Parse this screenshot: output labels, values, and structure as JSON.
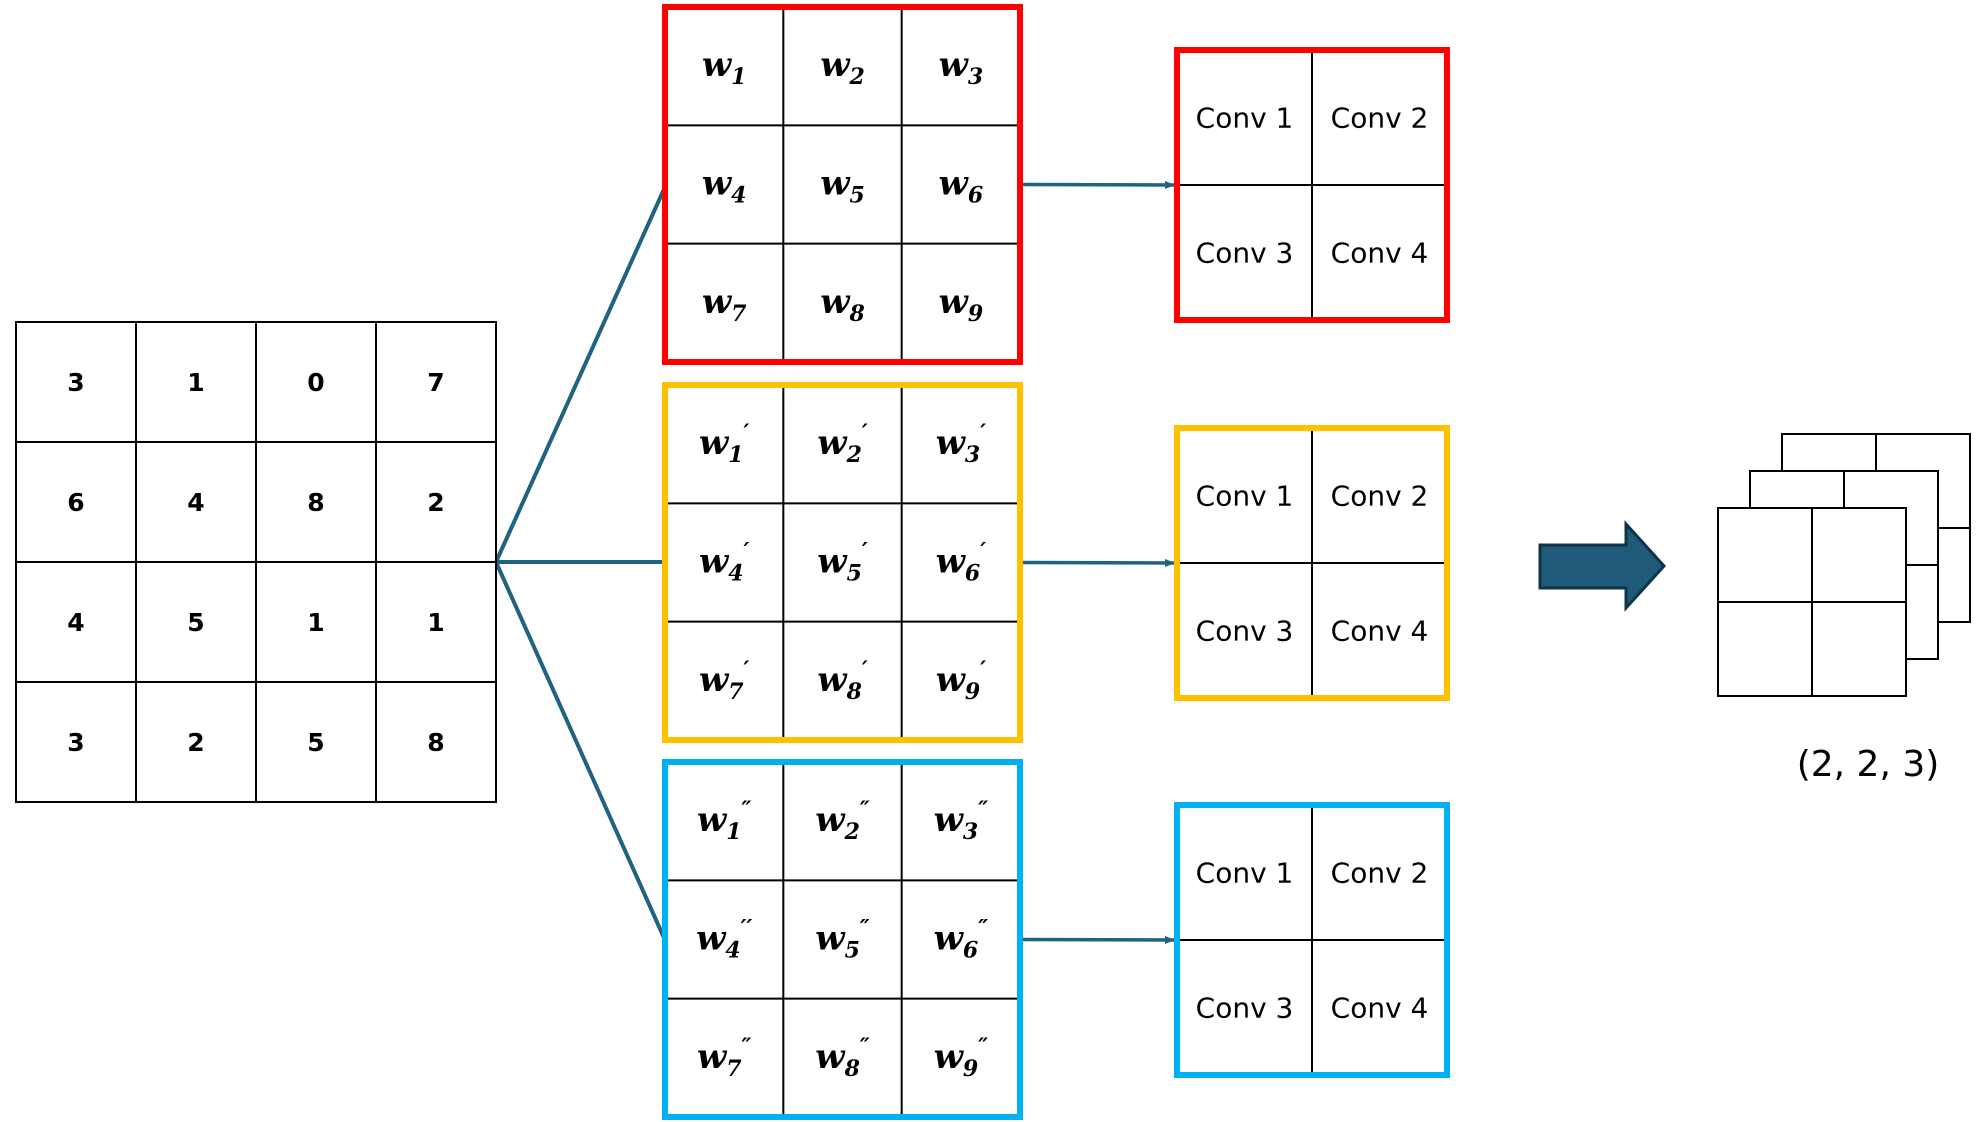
{
  "input_matrix": {
    "rows": [
      [
        "3",
        "1",
        "0",
        "7"
      ],
      [
        "6",
        "4",
        "8",
        "2"
      ],
      [
        "4",
        "5",
        "1",
        "1"
      ],
      [
        "3",
        "2",
        "5",
        "8"
      ]
    ]
  },
  "filters": [
    {
      "name": "filter-1",
      "border_color": "#ff0000",
      "cells": [
        {
          "base": "w",
          "sub": "1",
          "mark": ""
        },
        {
          "base": "w",
          "sub": "2",
          "mark": ""
        },
        {
          "base": "w",
          "sub": "3",
          "mark": ""
        },
        {
          "base": "w",
          "sub": "4",
          "mark": ""
        },
        {
          "base": "w",
          "sub": "5",
          "mark": ""
        },
        {
          "base": "w",
          "sub": "6",
          "mark": ""
        },
        {
          "base": "w",
          "sub": "7",
          "mark": ""
        },
        {
          "base": "w",
          "sub": "8",
          "mark": ""
        },
        {
          "base": "w",
          "sub": "9",
          "mark": ""
        }
      ]
    },
    {
      "name": "filter-2",
      "border_color": "#ffc000",
      "cells": [
        {
          "base": "w",
          "sub": "1",
          "mark": "′"
        },
        {
          "base": "w",
          "sub": "2",
          "mark": "′"
        },
        {
          "base": "w",
          "sub": "3",
          "mark": "′"
        },
        {
          "base": "w",
          "sub": "4",
          "mark": "′"
        },
        {
          "base": "w",
          "sub": "5",
          "mark": "′"
        },
        {
          "base": "w",
          "sub": "6",
          "mark": "′"
        },
        {
          "base": "w",
          "sub": "7",
          "mark": "′"
        },
        {
          "base": "w",
          "sub": "8",
          "mark": "′"
        },
        {
          "base": "w",
          "sub": "9",
          "mark": "′"
        }
      ]
    },
    {
      "name": "filter-3",
      "border_color": "#00b0f0",
      "cells": [
        {
          "base": "w",
          "sub": "1",
          "mark": "″"
        },
        {
          "base": "w",
          "sub": "2",
          "mark": "″"
        },
        {
          "base": "w",
          "sub": "3",
          "mark": "″"
        },
        {
          "base": "w",
          "sub": "4",
          "mark": "′′"
        },
        {
          "base": "w",
          "sub": "5",
          "mark": "″"
        },
        {
          "base": "w",
          "sub": "6",
          "mark": "″"
        },
        {
          "base": "w",
          "sub": "7",
          "mark": "″"
        },
        {
          "base": "w",
          "sub": "8",
          "mark": "″"
        },
        {
          "base": "w",
          "sub": "9",
          "mark": "″"
        }
      ]
    }
  ],
  "outputs": [
    {
      "border_color": "#ff0000",
      "cells": [
        "Conv 1",
        "Conv 2",
        "Conv 3",
        "Conv 4"
      ]
    },
    {
      "border_color": "#ffc000",
      "cells": [
        "Conv 1",
        "Conv 2",
        "Conv 3",
        "Conv 4"
      ]
    },
    {
      "border_color": "#00b0f0",
      "cells": [
        "Conv 1",
        "Conv 2",
        "Conv 3",
        "Conv 4"
      ]
    }
  ],
  "connector_color": "#1f6282",
  "big_arrow_color": "#1f5a78",
  "result": {
    "depth_count": 3,
    "shape_label": "(2, 2, 3)"
  }
}
